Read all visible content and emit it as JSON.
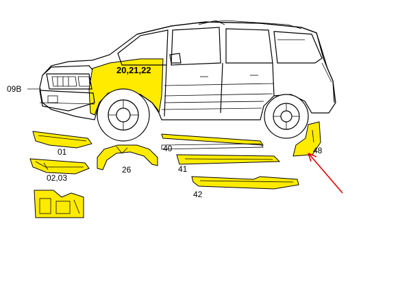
{
  "labels": {
    "fender": "20,21,22",
    "headlight_support": "09B",
    "front_bumper": "01",
    "front_valance": "02,03",
    "wheel_liner": "26",
    "rocker_40": "40",
    "rocker_41": "41",
    "rocker_42": "42",
    "corner_panel": "48"
  },
  "colors": {
    "highlight": "#ffeb00",
    "outline": "#000000",
    "arrow": "#e00000"
  }
}
